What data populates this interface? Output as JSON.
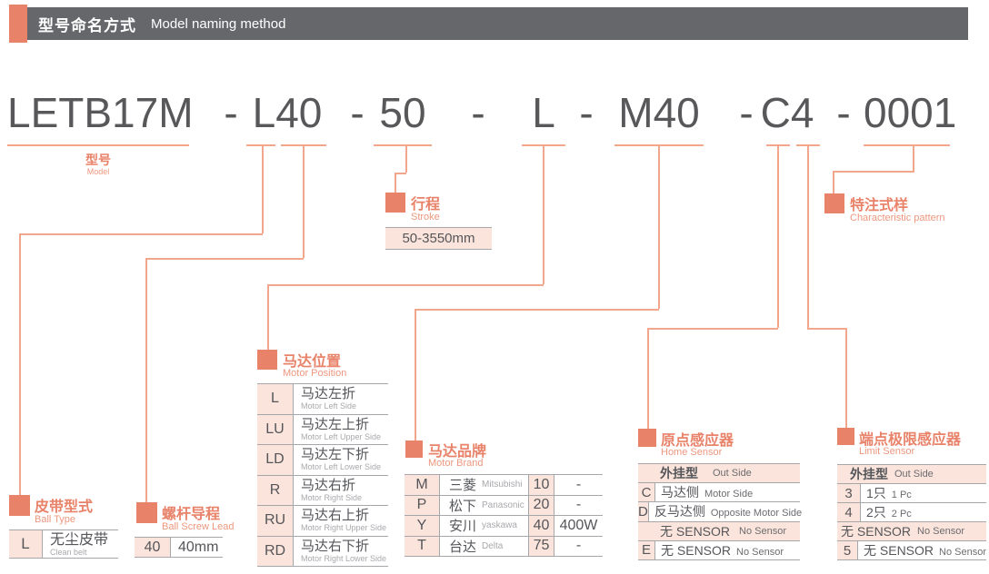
{
  "header": {
    "title_zh": "型号命名方式",
    "title_en": "Model naming method"
  },
  "model_code": {
    "separator": "-",
    "segments": [
      "LETB17M",
      "L40",
      "50",
      "L",
      "M40",
      "C4",
      "0001"
    ]
  },
  "model_label": {
    "zh": "型号",
    "en": "Model"
  },
  "stroke": {
    "zh": "行程",
    "en": "Stroke",
    "value": "50-3550mm"
  },
  "characteristic": {
    "zh": "特注式样",
    "en": "Characteristic pattern"
  },
  "belt_type": {
    "zh": "皮带型式",
    "en": "Ball Type",
    "code": "L",
    "value_zh": "无尘皮带",
    "value_en": "Clean belt"
  },
  "screw_lead": {
    "zh": "螺杆导程",
    "en": "Ball Screw Lead",
    "code": "40",
    "value": "40mm"
  },
  "motor_position": {
    "zh": "马达位置",
    "en": "Motor Position",
    "rows": [
      {
        "code": "L",
        "zh": "马达左折",
        "en": "Motor Left Side"
      },
      {
        "code": "LU",
        "zh": "马达左上折",
        "en": "Motor Left Upper Side"
      },
      {
        "code": "LD",
        "zh": "马达左下折",
        "en": "Motor Left Lower Side"
      },
      {
        "code": "R",
        "zh": "马达右折",
        "en": "Motor Right Side"
      },
      {
        "code": "RU",
        "zh": "马达右上折",
        "en": "Motor Right Upper Side"
      },
      {
        "code": "RD",
        "zh": "马达右下折",
        "en": "Motor Right Lower Side"
      }
    ]
  },
  "motor_brand": {
    "zh": "马达品牌",
    "en": "Motor Brand",
    "rows": [
      {
        "code": "M",
        "zh": "三菱",
        "en": "Mitsubishi",
        "power": "10",
        "watt": "-"
      },
      {
        "code": "P",
        "zh": "松下",
        "en": "Panasonic",
        "power": "20",
        "watt": "-"
      },
      {
        "code": "Y",
        "zh": "安川",
        "en": "yaskawa",
        "power": "40",
        "watt": "400W"
      },
      {
        "code": "T",
        "zh": "台达",
        "en": "Delta",
        "power": "75",
        "watt": "-"
      }
    ]
  },
  "home_sensor": {
    "zh": "原点感应器",
    "en": "Home Sensor",
    "group1": {
      "zh": "外挂型",
      "en": "Out Side"
    },
    "rows1": [
      {
        "code": "C",
        "zh": "马达侧",
        "en": "Motor Side"
      },
      {
        "code": "D",
        "zh": "反马达侧",
        "en": "Opposite Motor Side"
      }
    ],
    "group2": {
      "zh": "无 SENSOR",
      "en": "No Sensor"
    },
    "rows2": [
      {
        "code": "E",
        "zh": "无 SENSOR",
        "en": "No Sensor"
      }
    ]
  },
  "limit_sensor": {
    "zh": "端点极限感应器",
    "en": "Limit Sensor",
    "group1": {
      "zh": "外挂型",
      "en": "Out Side"
    },
    "rows1": [
      {
        "code": "3",
        "zh": "1只",
        "en": "1 Pc"
      },
      {
        "code": "4",
        "zh": "2只",
        "en": "2 Pc"
      }
    ],
    "group2": {
      "zh": "无 SENSOR",
      "en": "No Sensor"
    },
    "rows2": [
      {
        "code": "5",
        "zh": "无 SENSOR",
        "en": "No Sensor"
      }
    ]
  },
  "colors": {
    "accent": "#E8836A",
    "line": "#F2A78C",
    "pink_bg": "#FBE4DB",
    "header_bar": "#66676B",
    "text_dark": "#58585B",
    "text_gray": "#A8A9AC",
    "border": "#A6A7AA"
  }
}
